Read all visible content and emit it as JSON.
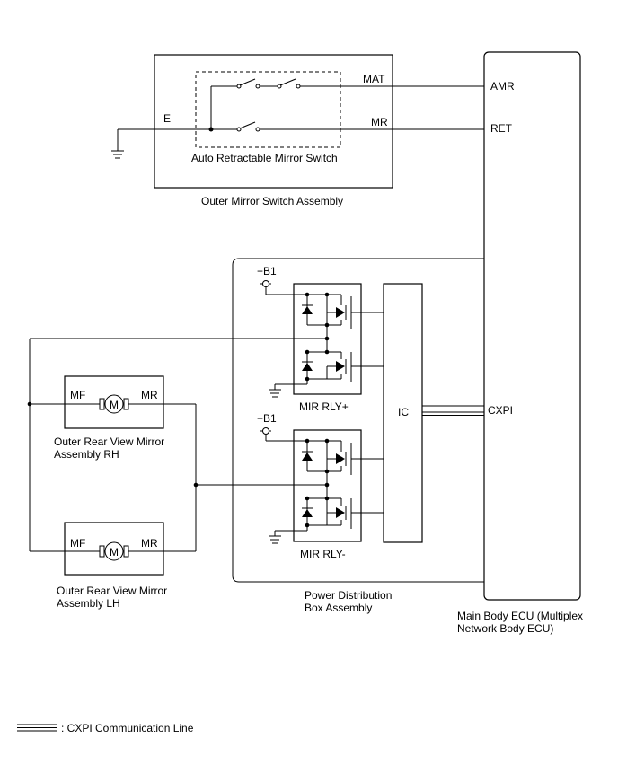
{
  "components": {
    "outer_mirror_switch_assembly": "Outer Mirror Switch Assembly",
    "auto_retractable_mirror_switch": "Auto Retractable Mirror Switch",
    "power_distribution_box_line1": "Power Distribution",
    "power_distribution_box_line2": "Box Assembly",
    "main_body_ecu_line1": "Main Body ECU (Multiplex",
    "main_body_ecu_line2": "Network Body ECU)",
    "mirror_rh_line1": "Outer Rear View Mirror",
    "mirror_rh_line2": "Assembly RH",
    "mirror_lh_line1": "Outer Rear View Mirror",
    "mirror_lh_line2": "Assembly LH",
    "relay_plus": "MIR RLY+",
    "relay_minus": "MIR RLY-",
    "ic": "IC"
  },
  "terminals": {
    "e": "E",
    "mat": "MAT",
    "mr_switch": "MR",
    "amr": "AMR",
    "ret": "RET",
    "cxpi": "CXPI",
    "b1_top": "+B1",
    "b1_bottom": "+B1",
    "rh_mf": "MF",
    "rh_mr": "MR",
    "lh_mf": "MF",
    "lh_mr": "MR",
    "motor_rh": "M",
    "motor_lh": "M"
  },
  "legend": {
    "cxpi_line": ": CXPI Communication Line"
  }
}
